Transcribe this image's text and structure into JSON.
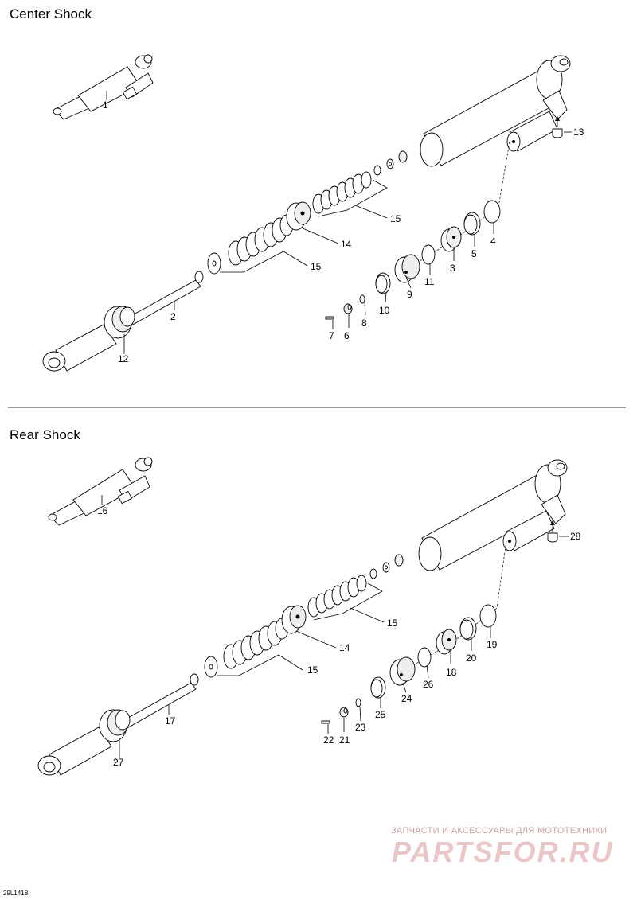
{
  "sections": {
    "center": {
      "title": "Center Shock"
    },
    "rear": {
      "title": "Rear Shock"
    }
  },
  "center_labels": {
    "p1": "1",
    "p2": "2",
    "p3": "3",
    "p4": "4",
    "p5": "5",
    "p6": "6",
    "p7": "7",
    "p8": "8",
    "p9": "9",
    "p10": "10",
    "p11": "11",
    "p12": "12",
    "p13": "13",
    "p14": "14",
    "p15a": "15",
    "p15b": "15"
  },
  "rear_labels": {
    "p14": "14",
    "p15a": "15",
    "p15b": "15",
    "p16": "16",
    "p17": "17",
    "p18": "18",
    "p19": "19",
    "p20": "20",
    "p21": "21",
    "p22": "22",
    "p23": "23",
    "p24": "24",
    "p25": "25",
    "p26": "26",
    "p27": "27",
    "p28": "28"
  },
  "footer": {
    "code": "29L1418"
  },
  "watermark": {
    "tagline": "ЗАПЧАСТИ И АКСЕССУАРЫ ДЛЯ МОТОТЕХНИКИ",
    "logo": "PARTSFOR.RU"
  }
}
